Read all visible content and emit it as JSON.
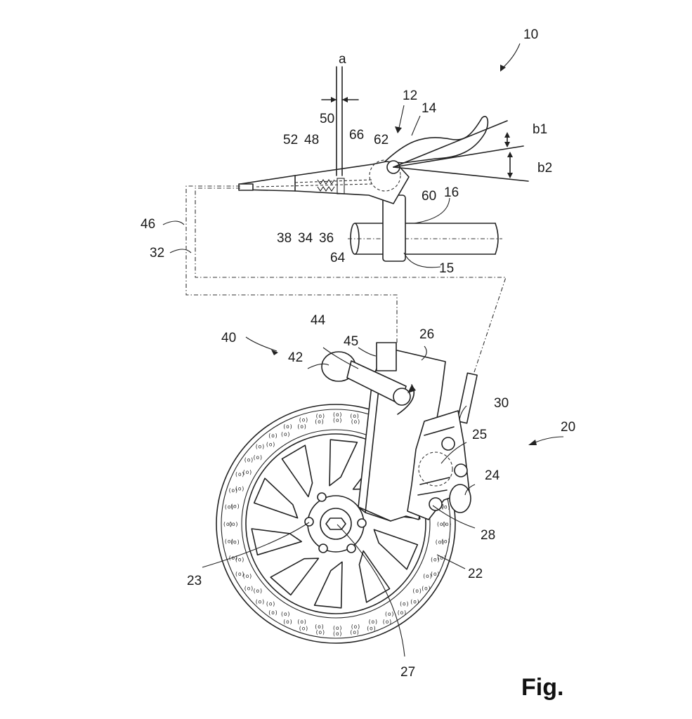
{
  "figure": {
    "caption": "Fig.",
    "reference_numerals": {
      "system": "10",
      "lever_unit": "12",
      "brake_lever": "14",
      "clamp": "15",
      "handlebar": "16",
      "brake_assembly": "20",
      "disc": "22",
      "disc_bolt": "23",
      "caliper": "24",
      "piston": "25",
      "fork_leg": "26",
      "hub": "27",
      "caliper_bolt": "28",
      "caliper_mount": "30",
      "hose_line": "32",
      "spring_34": "34",
      "part_36": "36",
      "part_38": "38",
      "actuator": "40",
      "weight": "42",
      "arm": "44",
      "sensor": "45",
      "line_46": "46",
      "part_48": "48",
      "part_50": "50",
      "part_52": "52",
      "pivot_60": "60",
      "pivot_62": "62",
      "part_64": "64",
      "part_66": "66",
      "gap": "a",
      "angle_b1": "b1",
      "angle_b2": "b2"
    }
  }
}
